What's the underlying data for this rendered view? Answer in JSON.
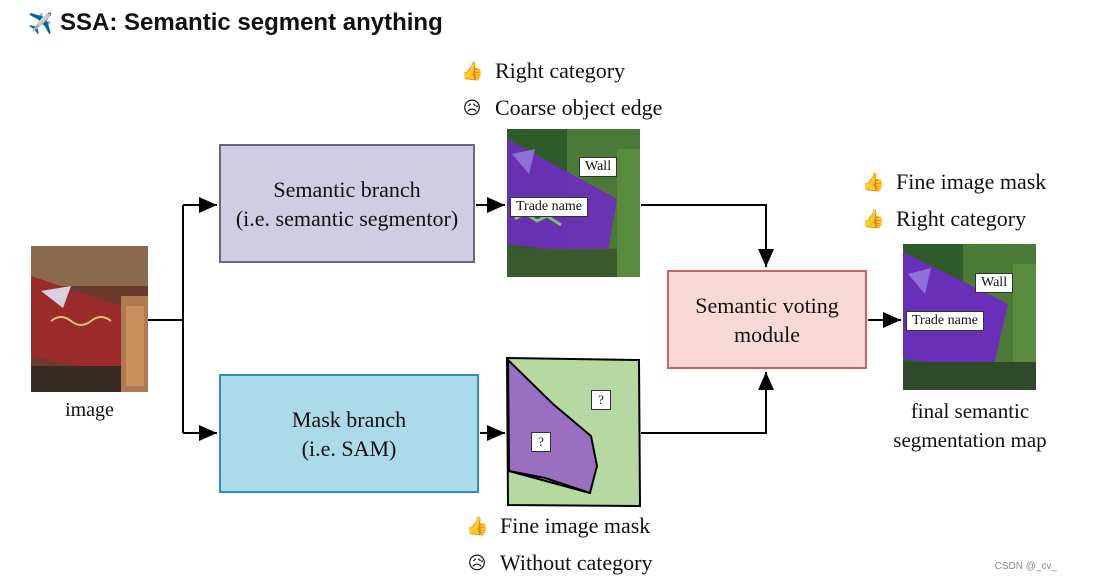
{
  "title": {
    "icon": "airplane-icon",
    "glyph": "✈️",
    "text": "SSA: Semantic segment anything"
  },
  "input_image": {
    "caption": "image"
  },
  "semantic_branch": {
    "line1": "Semantic branch",
    "line2": "(i.e. semantic segmentor)"
  },
  "mask_branch": {
    "line1": "Mask branch",
    "line2": "(i.e. SAM)"
  },
  "voting_module": {
    "line1": "Semantic voting",
    "line2": "module"
  },
  "semantic_output": {
    "labels": {
      "wall": "Wall",
      "trade_name": "Trade name"
    },
    "notes": [
      {
        "icon": "thumbs-up-icon",
        "glyph": "👍",
        "text": "Right category"
      },
      {
        "icon": "sad-face-icon",
        "glyph": "😥",
        "text": "Coarse object edge"
      }
    ]
  },
  "mask_output": {
    "labels": {
      "q1": "?",
      "q2": "?"
    },
    "notes": [
      {
        "icon": "thumbs-up-icon",
        "glyph": "👍",
        "text": "Fine image mask"
      },
      {
        "icon": "sad-face-icon",
        "glyph": "😥",
        "text": "Without category"
      }
    ]
  },
  "final_output": {
    "labels": {
      "wall": "Wall",
      "trade_name": "Trade name"
    },
    "notes": [
      {
        "icon": "thumbs-up-icon",
        "glyph": "👍",
        "text": "Fine image mask"
      },
      {
        "icon": "thumbs-up-icon",
        "glyph": "👍",
        "text": "Right category"
      }
    ],
    "caption_line1": "final semantic",
    "caption_line2": "segmentation map"
  },
  "footer": "CSDN @_cv_",
  "colors": {
    "semantic_fill": "#d0cde3",
    "mask_fill": "#abdaea",
    "voting_fill": "#f9d9d6",
    "mask_green": "#b5d9a0",
    "mask_purple": "#9a6fc2",
    "segment_purple": "#6a2fb8"
  }
}
